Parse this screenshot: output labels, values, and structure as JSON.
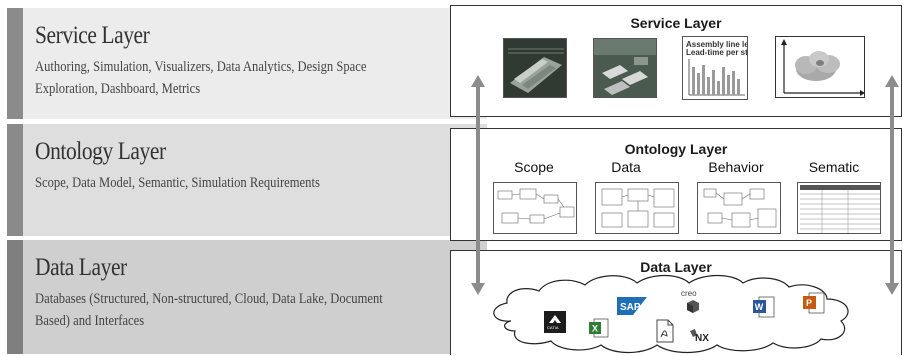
{
  "left_panel": {
    "service": {
      "title": "Service Layer",
      "description": "Authoring, Simulation, Visualizers, Data Analytics, Design Space Exploration, Dashboard, Metrics"
    },
    "ontology": {
      "title": "Ontology Layer",
      "description": "Scope, Data Model, Semantic, Simulation Requirements"
    },
    "data": {
      "title": "Data Layer",
      "description": "Databases (Structured, Non-structured, Cloud, Data Lake, Document Based) and Interfaces"
    }
  },
  "diagram": {
    "service_layer": {
      "title": "Service Layer",
      "chart_thumb_caption": "Assembly line lead-time\nLead-time per station",
      "icons": [
        "factory-3d-view-icon",
        "factory-floor-view-icon",
        "bar-chart-thumbnail-icon",
        "cloud-scatter-plot-icon"
      ]
    },
    "ontology_layer": {
      "title": "Ontology Layer",
      "columns": [
        "Scope",
        "Data",
        "Behavior",
        "Sematic"
      ]
    },
    "data_layer": {
      "title": "Data Layer",
      "apps": {
        "catia": "CATIA",
        "sap": "SAP",
        "creo": "creo",
        "nx": "NX"
      },
      "icons": [
        "catia-logo-icon",
        "excel-logo-icon",
        "sap-logo-icon",
        "pdf-file-icon",
        "creo-logo-icon",
        "nx-logo-icon",
        "word-logo-icon",
        "powerpoint-logo-icon"
      ]
    },
    "colors": {
      "arrow": "#8c8c8c",
      "left_service_bg": "#ececec",
      "left_ontology_bg": "#dedede",
      "left_data_bg": "#cfcfcf",
      "excel": "#2e7d32",
      "word": "#2b579a",
      "powerpoint": "#c55a11",
      "sap": "#1f6fb8"
    }
  }
}
